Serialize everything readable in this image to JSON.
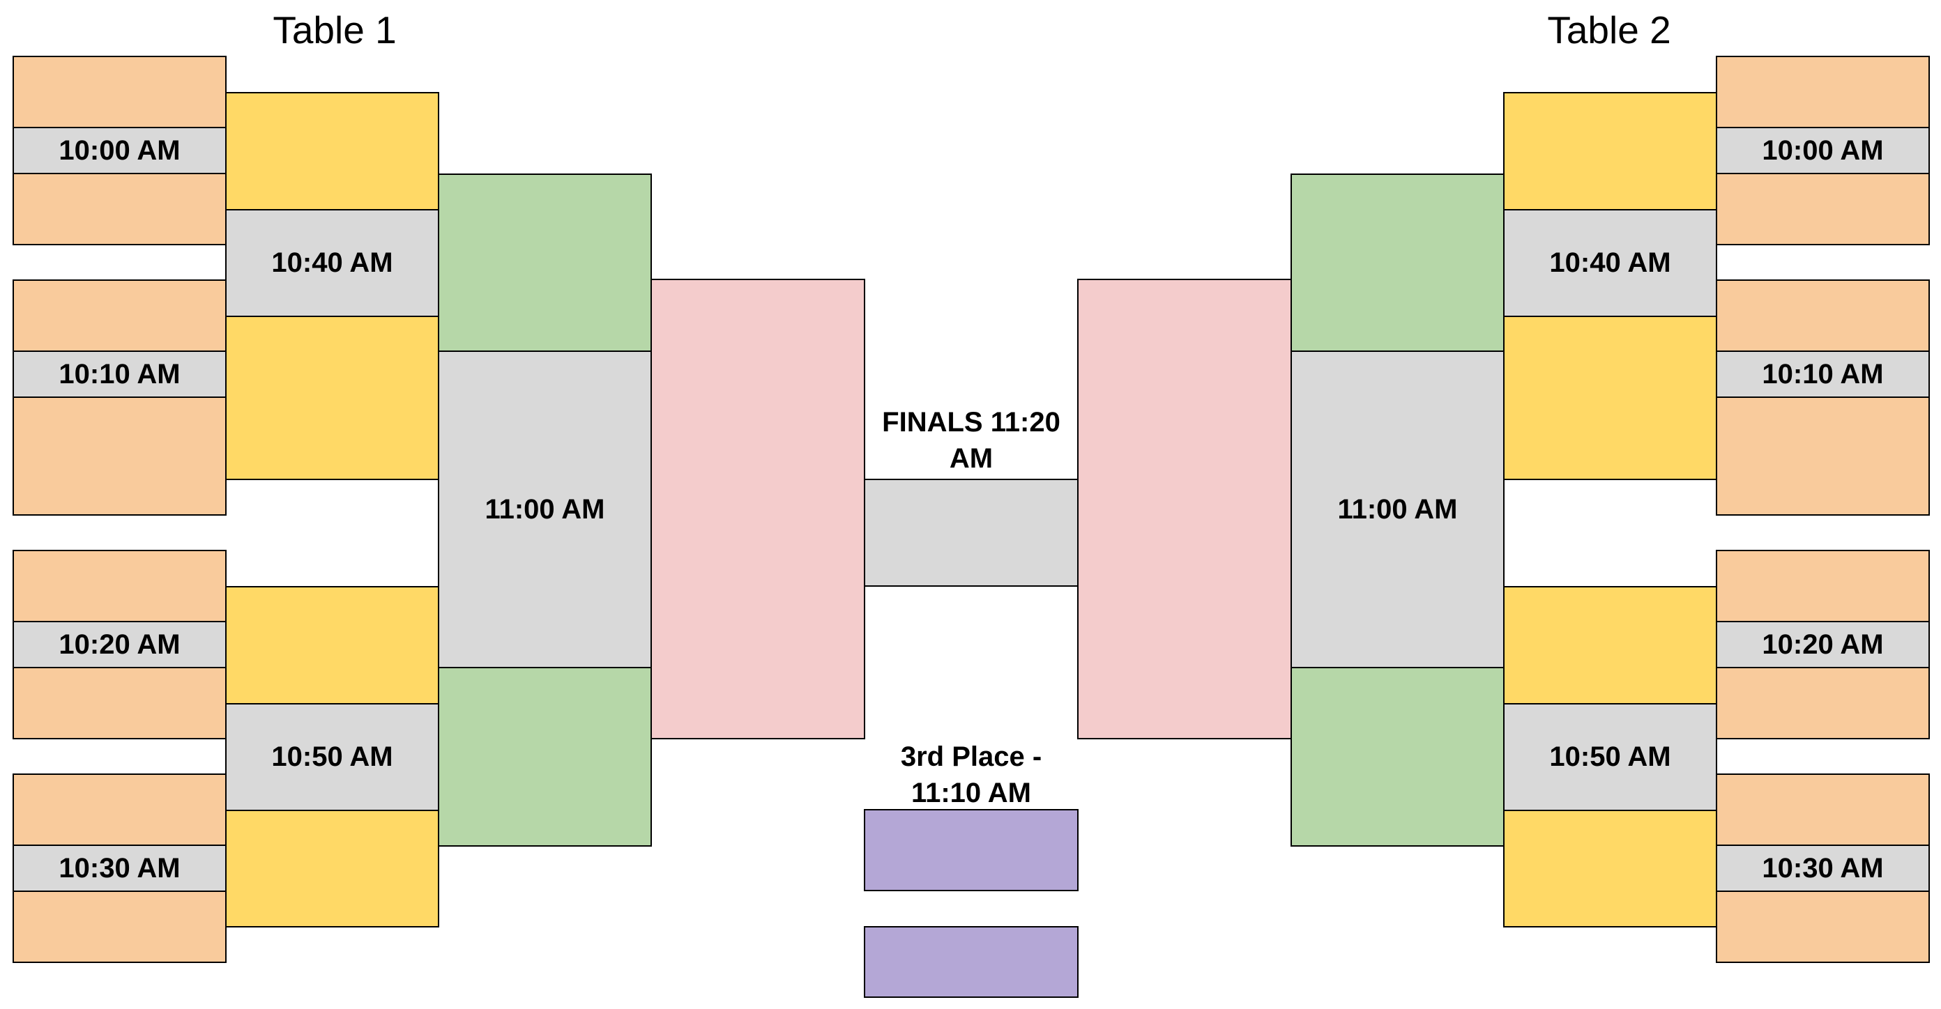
{
  "colors": {
    "round1_slot": "#f9cb9c",
    "round2_slot": "#ffd966",
    "semifinal_slot": "#b6d7a8",
    "final_slot": "#f4cccc",
    "time_label_bg": "#d9d9d9",
    "third_place_slot": "#b4a7d6",
    "border": "#000000"
  },
  "tables": [
    {
      "title": "Table 1",
      "round1_times": [
        "10:00 AM",
        "10:10 AM",
        "10:20 AM",
        "10:30 AM"
      ],
      "round2_times": [
        "10:40 AM",
        "10:50 AM"
      ],
      "semifinal_time": "11:00 AM"
    },
    {
      "title": "Table 2",
      "round1_times": [
        "10:00 AM",
        "10:10 AM",
        "10:20 AM",
        "10:30 AM"
      ],
      "round2_times": [
        "10:40 AM",
        "10:50 AM"
      ],
      "semifinal_time": "11:00 AM"
    }
  ],
  "center": {
    "finals_label": "FINALS 11:20 AM",
    "third_place_label": "3rd Place - 11:10 AM"
  }
}
